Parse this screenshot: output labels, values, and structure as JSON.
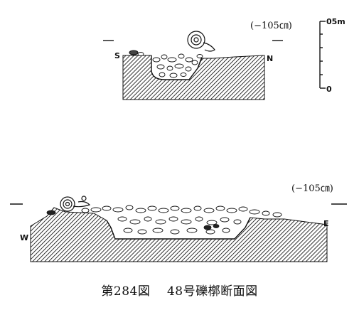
{
  "profile_top": {
    "left_label": "S",
    "right_label": "N",
    "elevation": "(−105㎝)"
  },
  "scale_bar": {
    "top_label": "05m",
    "bottom_label": "0"
  },
  "profile_bottom": {
    "left_label": "W",
    "right_label": "E",
    "elevation": "(−105㎝)"
  },
  "caption": {
    "figure_number": "第284図",
    "title": "48号礫槨断面図"
  }
}
